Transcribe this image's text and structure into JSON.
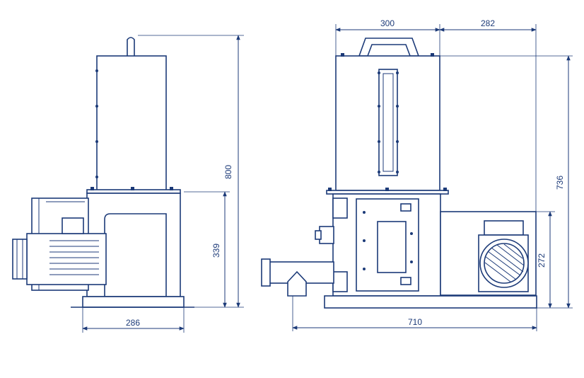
{
  "colors": {
    "line": "#1c3a78",
    "background": "#ffffff"
  },
  "left_view": {
    "dim_width": "286",
    "dim_total_height": "800",
    "dim_base_height": "339"
  },
  "right_view": {
    "dim_hopper_width": "300",
    "dim_right_offset": "282",
    "dim_total_width": "710",
    "dim_total_height": "736",
    "dim_motor_height": "272"
  }
}
